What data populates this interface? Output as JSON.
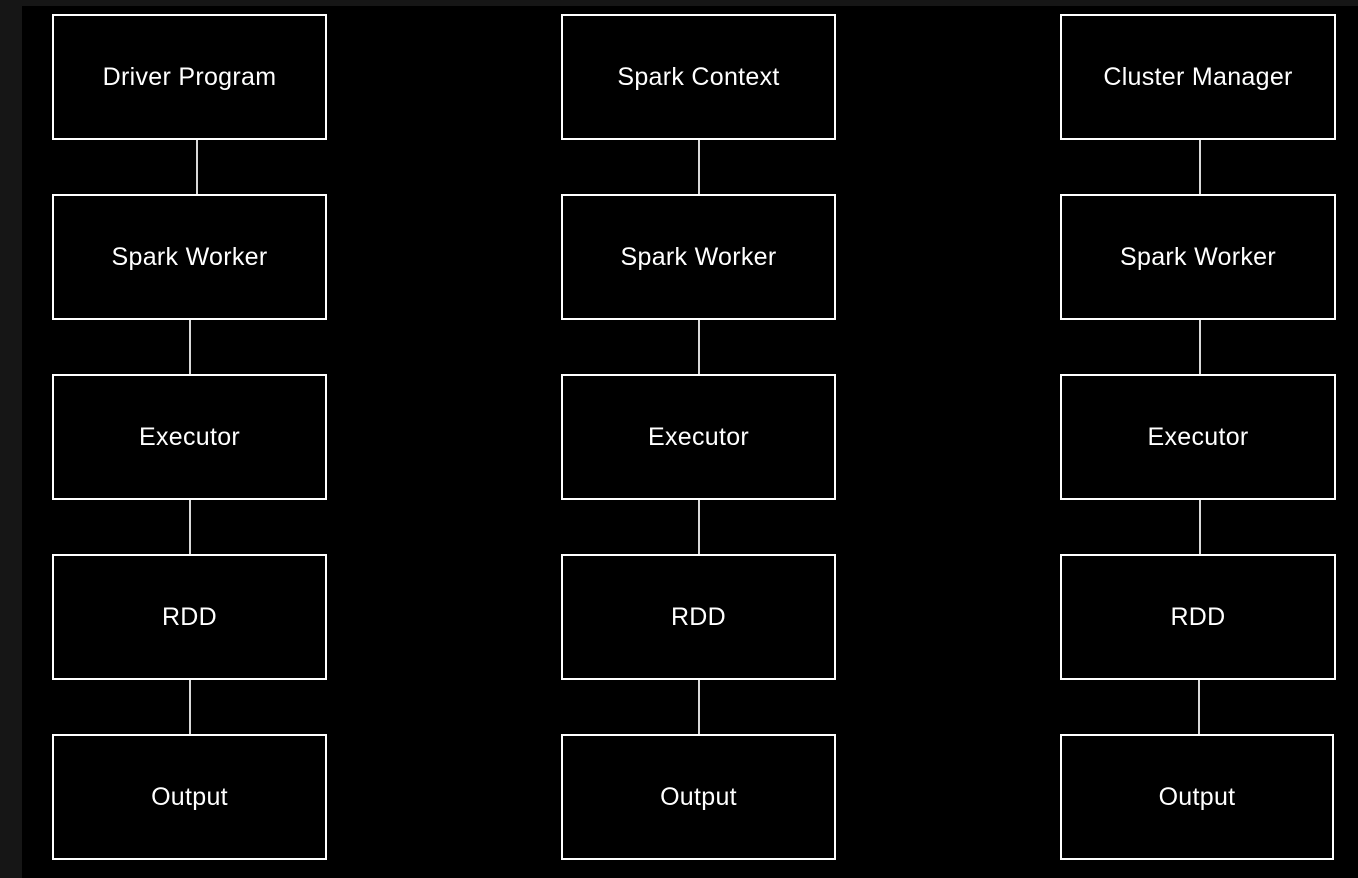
{
  "columns": [
    {
      "id": "col-driver",
      "nodes": [
        "Driver Program",
        "Spark Worker",
        "Executor",
        "RDD",
        "Output"
      ]
    },
    {
      "id": "col-context",
      "nodes": [
        "Spark Context",
        "Spark Worker",
        "Executor",
        "RDD",
        "Output"
      ]
    },
    {
      "id": "col-cluster",
      "nodes": [
        "Cluster Manager",
        "Spark Worker",
        "Executor",
        "RDD",
        "Output"
      ]
    }
  ],
  "colors": {
    "background": "#000000",
    "outer_background": "#161616",
    "node_border": "#ffffff",
    "node_text": "#ffffff",
    "edge": "#d9d9d9"
  }
}
